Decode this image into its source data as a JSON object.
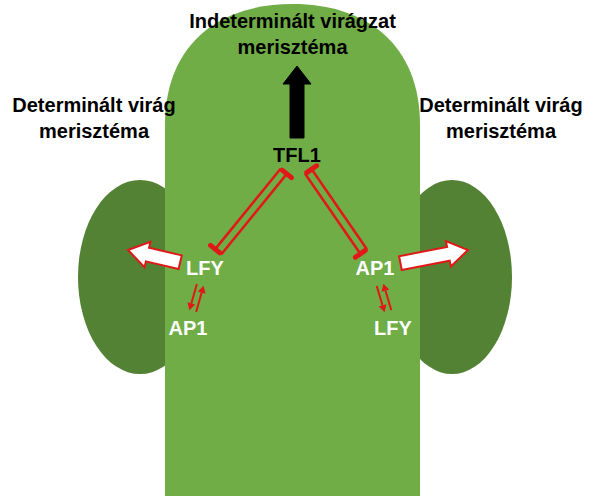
{
  "diagram": {
    "nodes": [
      {
        "text": [
          "Indeterminált virágzat merisztéma"
        ]
      },
      {
        "text": [
          "Determinált virág merisztéma"
        ]
      },
      {
        "text": [
          "Determinált virág merisztéma"
        ]
      },
      {
        "text": [
          "TFL1"
        ],
        "in": 0
      },
      {
        "text": [
          "LFY"
        ],
        "in": 0
      },
      {
        "text": [
          "AP1"
        ],
        "in": 0
      },
      {
        "text": [
          "AP1"
        ],
        "in": 0
      },
      {
        "text": [
          "LFY"
        ],
        "in": 0
      }
    ],
    "edges": [
      {
        "from": 3,
        "to": 4,
        "arrow": "both"
      },
      {
        "from": 3,
        "to": 6,
        "arrow": "both"
      },
      {
        "from": 4,
        "to": 5,
        "arrow": "to"
      },
      {
        "from": 5,
        "to": 4,
        "arrow": "to"
      },
      {
        "from": 6,
        "to": 7,
        "arrow": "to"
      },
      {
        "from": 7,
        "to": 6,
        "arrow": "to"
      },
      {
        "from": 3,
        "to": 0,
        "arrow": "to"
      },
      {
        "from": 4,
        "to": 1,
        "arrow": "to"
      },
      {
        "from": 6,
        "to": 2,
        "arrow": "to"
      }
    ]
  }
}
